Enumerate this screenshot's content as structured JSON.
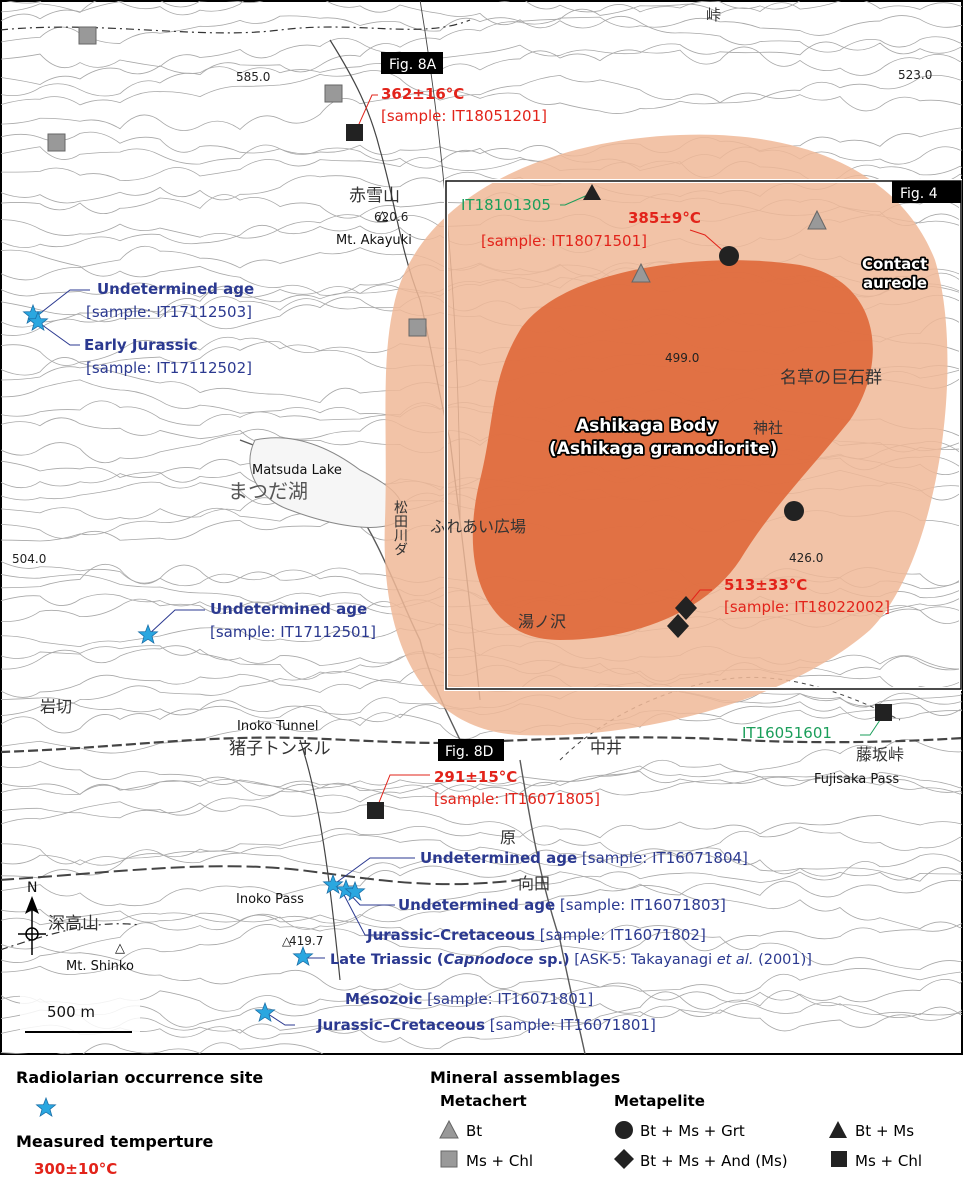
{
  "colors": {
    "blue": "#2b3990",
    "red": "#e2231a",
    "green": "#1a9e5a",
    "star": "#2aa7e0",
    "aureole": "#f0b898",
    "body": "#e06a3c",
    "symbol_dark": "#222222",
    "symbol_gray": "#999999"
  },
  "map": {
    "spot_heights": [
      "585.0",
      "523.0",
      "620.6",
      "499.0",
      "426.0",
      "504.0",
      "419.7"
    ],
    "place_names": {
      "akayuki_jp": "赤雪山",
      "akayuki_en": "Mt. Akayuki",
      "pass_jp_top": "峠",
      "matsuda_en": "Matsuda Lake",
      "matsuda_jp": "まつだ湖",
      "matsuda_dam_jp": "松田川ダ",
      "fureai_jp": "ふれあい広場",
      "yunosawa_jp": "湯ノ沢",
      "nagusa_jp": "名草の巨石群",
      "shrine_jp": "神社",
      "iwakiri_jp": "岩切",
      "inoko_tunnel_en": "Inoko Tunnel",
      "inoko_tunnel_jp": "猪子トンネル",
      "nakai_jp": "中井",
      "fujisaka_jp": "藤坂峠",
      "fujisaka_en": "Fujisaka Pass",
      "hara_jp": "原",
      "mukaida_jp": "向田",
      "inoko_pass_en": "Inoko Pass",
      "shinko_jp": "深高山",
      "shinko_en": "Mt. Shinko"
    },
    "body_label_1": "Ashikaga Body",
    "body_label_2": "(Ashikaga granodiorite)",
    "aureole_label_1": "Contact",
    "aureole_label_2": "aureole",
    "fig_labels": [
      "Fig. 8A",
      "Fig. 4",
      "Fig. 8D"
    ],
    "north": "N",
    "scale_label": "500 m"
  },
  "annotations": {
    "temps": [
      {
        "temp": "362±16°C",
        "sample": "[sample: IT18051201]"
      },
      {
        "temp": "385±9°C",
        "sample": "[sample: IT18071501]"
      },
      {
        "temp": "513±33°C",
        "sample": "[sample: IT18022002]"
      },
      {
        "temp": "291±15°C",
        "sample": "[sample: IT16071805]"
      }
    ],
    "green_ids": [
      "IT18101305",
      "IT16051601"
    ],
    "radiolarian_west": [
      {
        "age": "Undetermined age",
        "sample": "[sample: IT17112503]"
      },
      {
        "age": "Early Jurassic",
        "sample": "[sample: IT17112502]"
      },
      {
        "age": "Undetermined age",
        "sample": "[sample: IT17112501]"
      }
    ],
    "radiolarian_south": [
      {
        "age": "Undetermined age",
        "sample": " [sample: IT16071804]"
      },
      {
        "age": "Undetermined age",
        "sample": " [sample: IT16071803]"
      },
      {
        "age": "Jurassic–Cretaceous",
        "sample": " [sample: IT16071802]"
      },
      {
        "age_a": "Late Triassic (",
        "age_i": "Capnodoce",
        "age_b": " sp.)",
        "sample_a": " [ASK-5: Takayanagi ",
        "sample_i": "et al.",
        "sample_b": " (2001)]"
      },
      {
        "age": "Mesozoic",
        "sample": " [sample: IT16071801]"
      },
      {
        "age": "Jurassic–Cretaceous",
        "sample": " [sample: IT16071801]"
      }
    ]
  },
  "legend": {
    "radiolarian_title": "Radiolarian occurrence site",
    "temp_title": "Measured temperture",
    "temp_example": "300±10°C",
    "mineral_title": "Mineral assemblages",
    "metachert_title": "Metachert",
    "metapelite_title": "Metapelite",
    "metachert_items": [
      "Bt",
      "Ms + Chl"
    ],
    "metapelite_items": [
      "Bt + Ms + Grt",
      "Bt + Ms + And (Ms)",
      "Bt + Ms",
      "Ms + Chl"
    ]
  }
}
